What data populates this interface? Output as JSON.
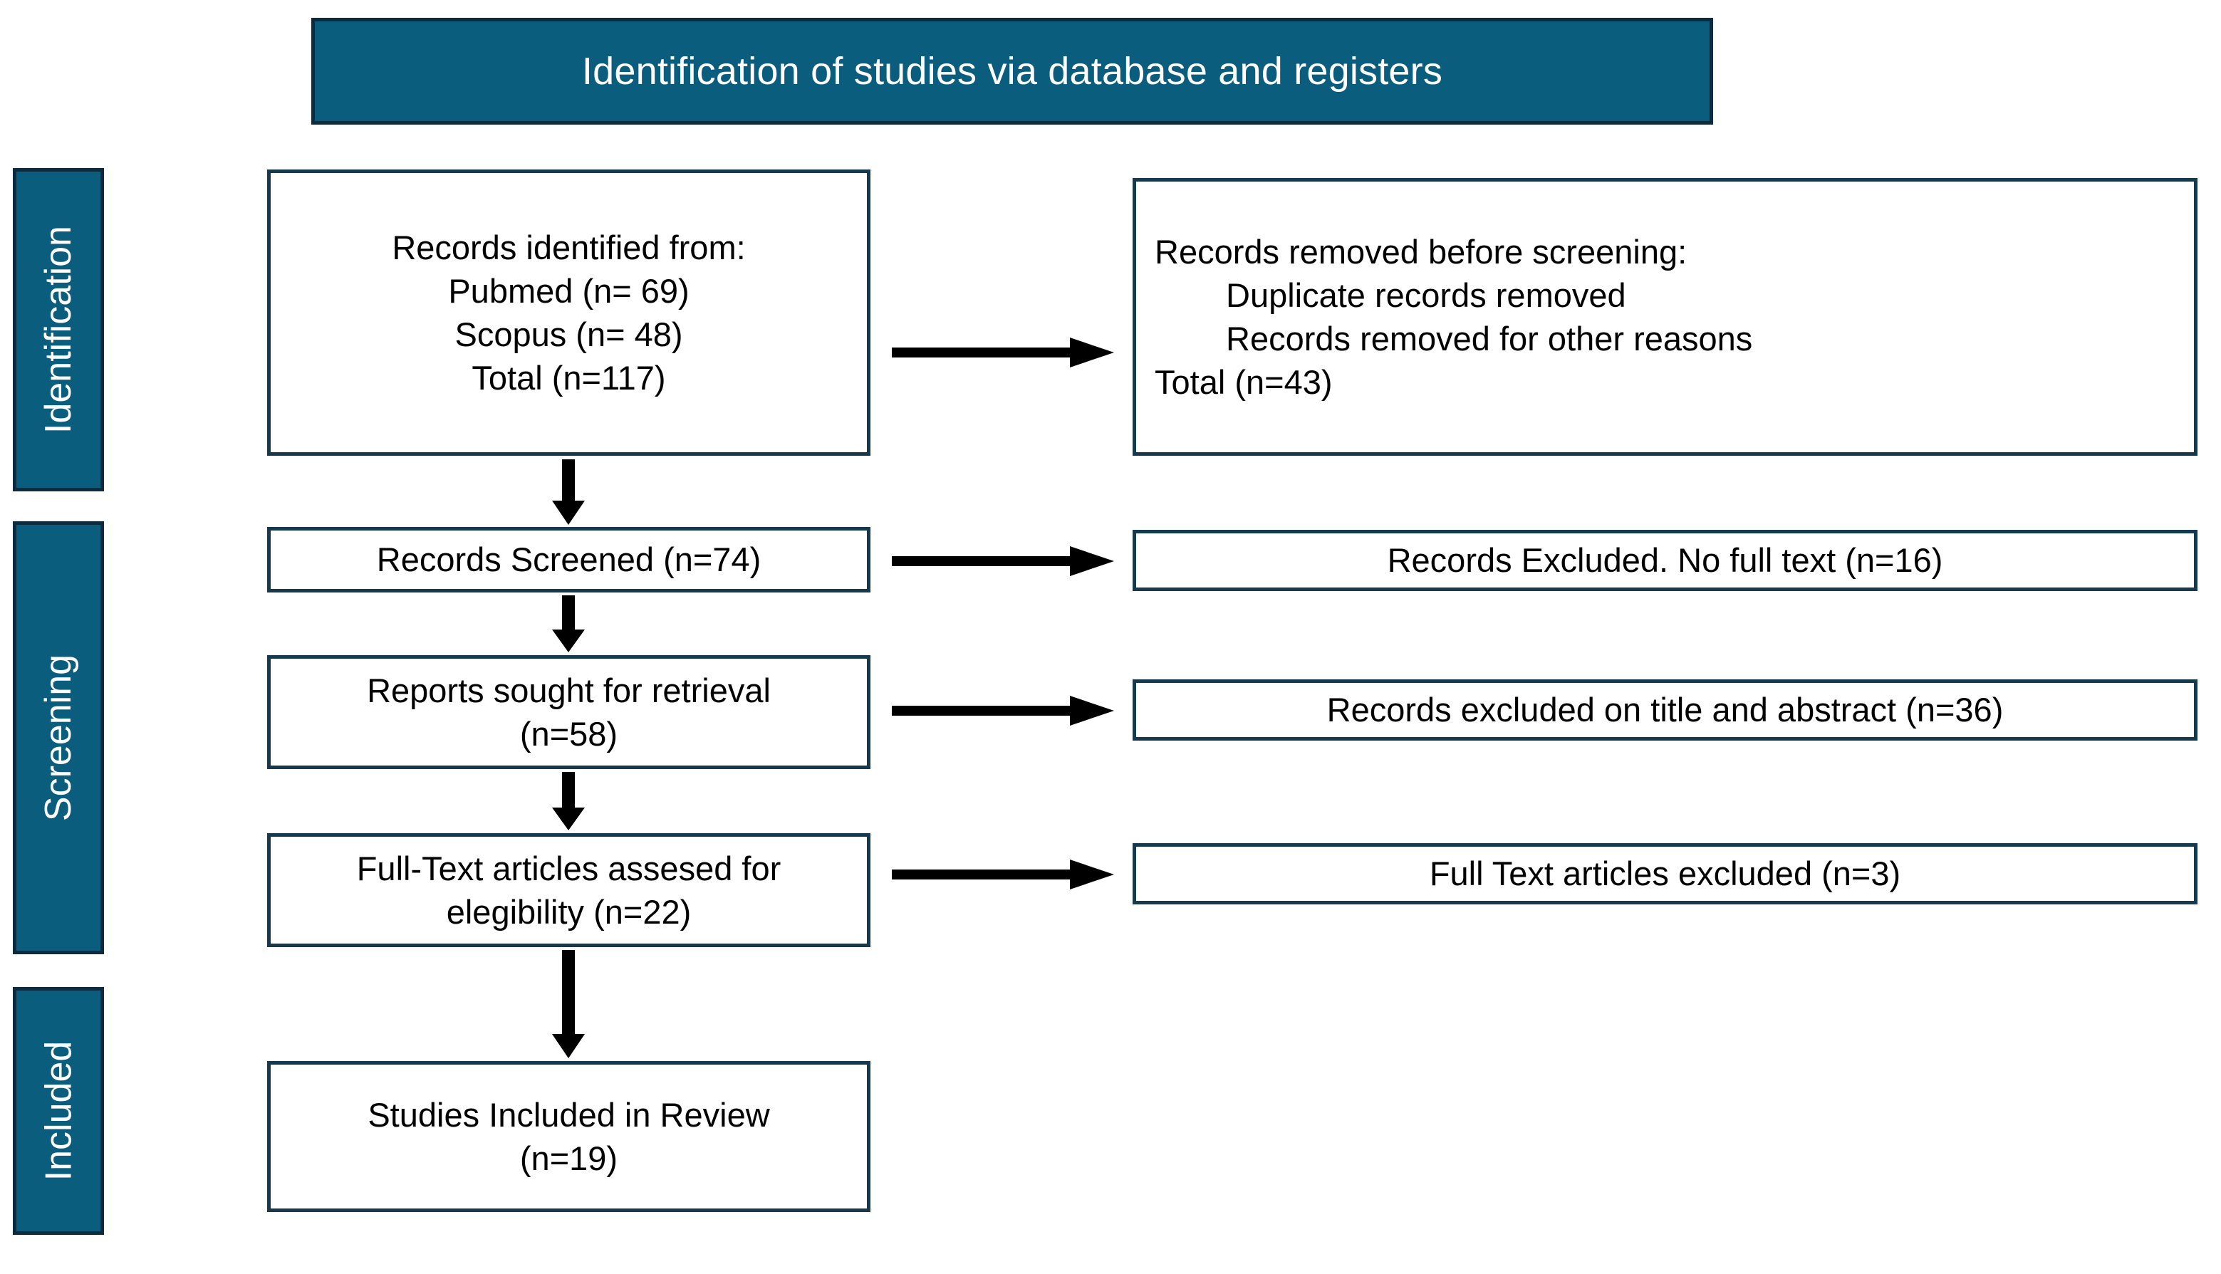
{
  "diagram": {
    "type": "prisma-flow-diagram",
    "header": {
      "title": "Identification of studies via database and registers"
    },
    "colors": {
      "banner_fill": "#0b5d7d",
      "banner_border": "#0d2b3e",
      "box_border": "#16394e",
      "box_fill": "#ffffff",
      "arrow": "#000000",
      "banner_text": "#ffffff",
      "box_text": "#000000"
    },
    "stages": [
      {
        "id": "identification",
        "label": "Identification"
      },
      {
        "id": "screening",
        "label": "Screening"
      },
      {
        "id": "included",
        "label": "Included"
      }
    ],
    "boxes": {
      "identified": {
        "lines": [
          "Records identified from:",
          "Pubmed (n= 69)",
          "Scopus (n= 48)",
          "Total (n=117)"
        ]
      },
      "removed": {
        "lines": [
          "Records removed before screening:",
          "Duplicate records removed",
          "Records removed for other reasons",
          "Total (n=43)"
        ]
      },
      "screened": {
        "lines": [
          "Records Screened (n=74)"
        ]
      },
      "no_full_text": {
        "lines": [
          "Records Excluded. No full text (n=16)"
        ]
      },
      "sought": {
        "lines": [
          "Reports sought for retrieval",
          "(n=58)"
        ]
      },
      "excluded_title_abstract": {
        "lines": [
          "Records excluded on title and abstract (n=36)"
        ]
      },
      "full_text_assessed": {
        "lines": [
          "Full-Text articles assesed for",
          "elegibility (n=22)"
        ]
      },
      "full_text_excluded": {
        "lines": [
          "Full Text articles excluded (n=3)"
        ]
      },
      "included_studies": {
        "lines": [
          "Studies Included in Review",
          "(n=19)"
        ]
      }
    },
    "counts": {
      "pubmed": 69,
      "scopus": 48,
      "total_identified": 117,
      "removed_before_screening": 43,
      "screened": 74,
      "excluded_no_full_text": 16,
      "sought_for_retrieval": 58,
      "excluded_title_abstract": 36,
      "full_text_assessed": 22,
      "full_text_excluded": 3,
      "included_in_review": 19
    }
  }
}
